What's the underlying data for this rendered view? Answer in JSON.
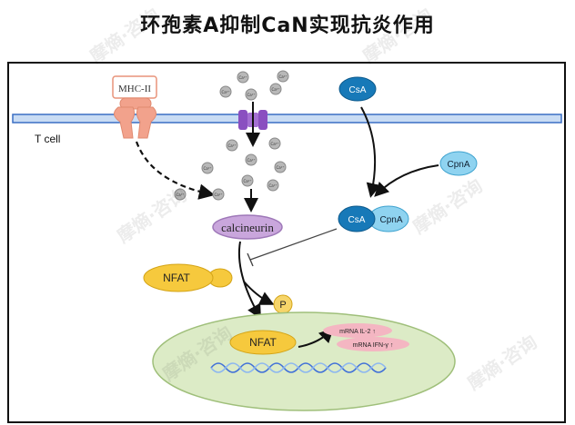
{
  "title": "环孢素A抑制CaN实现抗炎作用",
  "labels": {
    "mhc": "MHC-II",
    "t_cell": "T cell",
    "csa": "CsA",
    "cpna": "CpnA",
    "calcineurin": "calcineurin",
    "nfat": "NFAT",
    "phosphate": "P",
    "ion": "Ca²⁺",
    "mrna_il2": "mRNA IL-2 ↑",
    "mrna_ifn": "mRNA IFN-γ ↑"
  },
  "watermark": "摩熵·咨询",
  "colors": {
    "membrane": "#c9dcf4",
    "membrane_border": "#3a6fc4",
    "csa": "#1779b8",
    "cpna": "#8fd3f0",
    "calcineurin": "#c9a6dc",
    "nfat": "#f6c93d",
    "nucleus": "#dcebc6",
    "mrna": "#f4b6c2",
    "mhc": "#f2a28c",
    "channel": "#8a4fc0",
    "ion": "#b8b8b8"
  }
}
